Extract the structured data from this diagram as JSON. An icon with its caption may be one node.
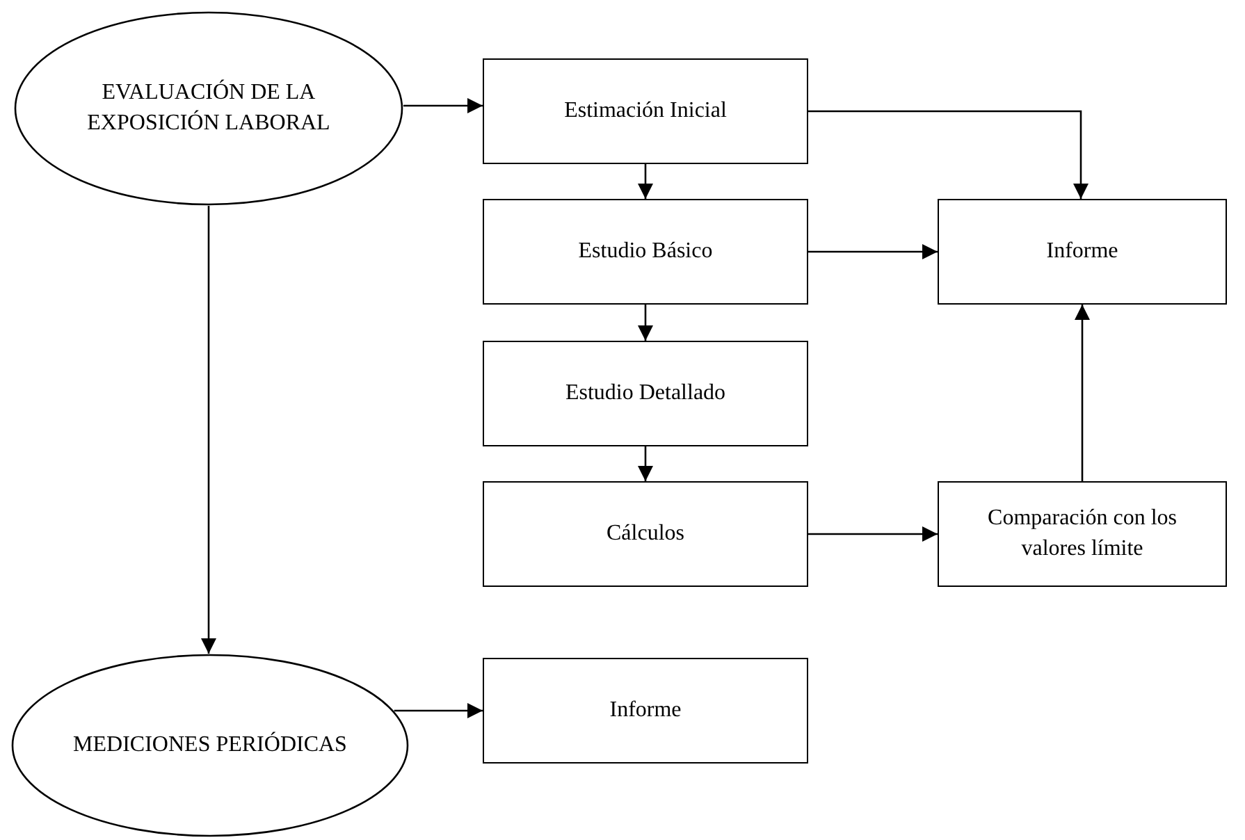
{
  "diagram": {
    "nodes": [
      {
        "text": [
          "EVALUACIÓN DE LA EXPOSICIÓN LABORAL"
        ]
      },
      {
        "text": [
          "Estimación Inicial"
        ]
      },
      {
        "text": [
          "Estudio Básico"
        ]
      },
      {
        "text": [
          "Informe"
        ]
      },
      {
        "text": [
          "Estudio Detallado"
        ]
      },
      {
        "text": [
          "Cálculos"
        ]
      },
      {
        "text": [
          "Comparación con los valores límite"
        ]
      },
      {
        "text": [
          "MEDICIONES PERIÓDICAS"
        ]
      },
      {
        "text": [
          "Informe"
        ]
      }
    ],
    "edges": [
      {
        "from": 0,
        "to": 1,
        "arrow": "to"
      },
      {
        "from": 1,
        "to": 2,
        "arrow": "to"
      },
      {
        "from": 1,
        "to": 3,
        "arrow": "to"
      },
      {
        "from": 2,
        "to": 3,
        "arrow": "to"
      },
      {
        "from": 2,
        "to": 4,
        "arrow": "to"
      },
      {
        "from": 4,
        "to": 5,
        "arrow": "to"
      },
      {
        "from": 5,
        "to": 6,
        "arrow": "to"
      },
      {
        "from": 6,
        "to": 3,
        "arrow": "to"
      },
      {
        "from": 0,
        "to": 7,
        "arrow": "to"
      },
      {
        "from": 7,
        "to": 8,
        "arrow": "to"
      }
    ]
  }
}
